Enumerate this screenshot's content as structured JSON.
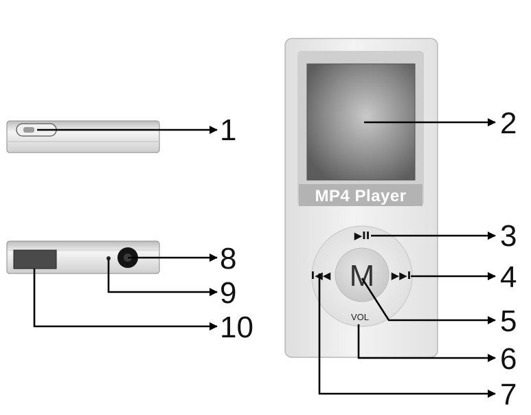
{
  "device": {
    "brand_label": "MP4 Player",
    "menu_key_label": "M",
    "volume_label": "VOL",
    "play_pause_glyph": "▶II",
    "next_glyph": "▶▶I",
    "prev_glyph": "I◀◀"
  },
  "callouts": [
    {
      "number": "1",
      "part": "hold-switch"
    },
    {
      "number": "2",
      "part": "display-screen"
    },
    {
      "number": "3",
      "part": "play-pause-key"
    },
    {
      "number": "4",
      "part": "next-key"
    },
    {
      "number": "5",
      "part": "menu-key"
    },
    {
      "number": "6",
      "part": "volume-key"
    },
    {
      "number": "7",
      "part": "previous-key"
    },
    {
      "number": "8",
      "part": "earphone-jack"
    },
    {
      "number": "9",
      "part": "microphone-hole"
    },
    {
      "number": "10",
      "part": "usb-port"
    }
  ],
  "colors": {
    "body": "#e9e9e9",
    "screen_bezel": "#cfcfcf",
    "screen": "#6f6f6f",
    "label_banner": "#b5b5b5",
    "wheel": "#ececec",
    "center_key": "#d8d8d8",
    "line": "#000000"
  }
}
